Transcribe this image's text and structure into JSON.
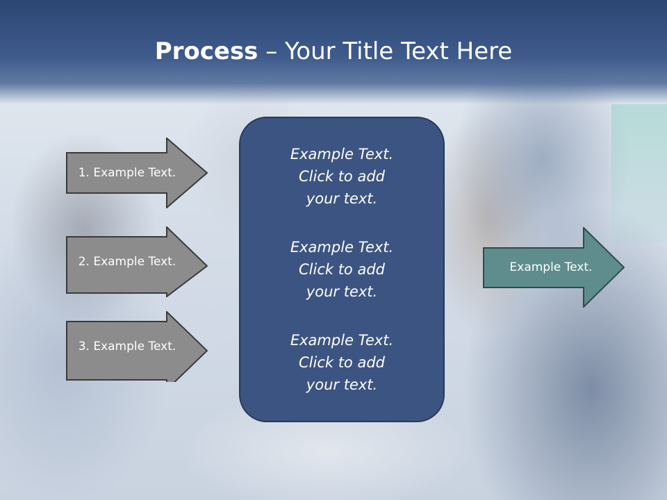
{
  "slide": {
    "title": {
      "bold": "Process",
      "rest": " – Your Title Text Here"
    },
    "left_arrows": [
      {
        "label": "1. Example Text."
      },
      {
        "label": "2. Example Text."
      },
      {
        "label": "3. Example Text."
      }
    ],
    "center_box": {
      "blocks": [
        "Example Text.\nClick  to add\nyour text.",
        "Example Text.\nClick  to add\nyour text.",
        "Example Text.\nClick  to add\nyour text."
      ]
    },
    "right_arrow": {
      "label": "Example Text."
    },
    "colors": {
      "header": "#3e5b8c",
      "center_box": "#3c5481",
      "left_arrow_fill": "#8c8c8c",
      "right_arrow_fill": "#5f8c8c"
    }
  }
}
